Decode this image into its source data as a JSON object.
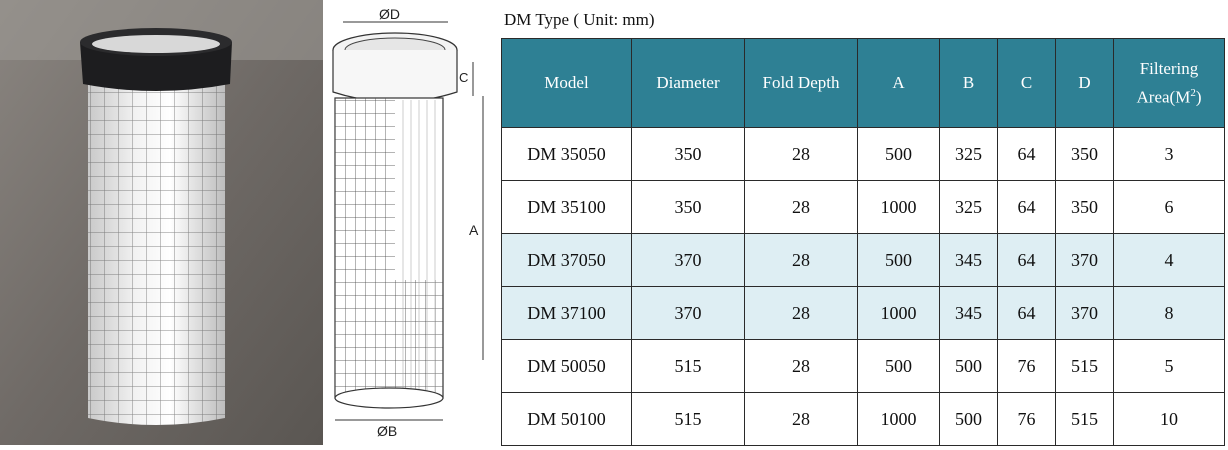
{
  "photo": {
    "alt": "Pleated filter cartridge with metal mesh"
  },
  "drawing": {
    "label_d": "ØD",
    "label_b": "ØB",
    "label_c": "C",
    "label_a": "A"
  },
  "spec": {
    "title": "DM Type  ( Unit: mm)",
    "headers": {
      "model": "Model",
      "diameter": "Diameter",
      "fold_depth": "Fold Depth",
      "a": "A",
      "b": "B",
      "c": "C",
      "d": "D",
      "area_line1": "Filtering",
      "area_line2": "Area(M",
      "area_sup": "2",
      "area_close": ")"
    },
    "rows": [
      {
        "model": "DM 35050",
        "diameter": "350",
        "fold": "28",
        "a": "500",
        "b": "325",
        "c": "64",
        "d": "350",
        "area": "3"
      },
      {
        "model": "DM 35100",
        "diameter": "350",
        "fold": "28",
        "a": "1000",
        "b": "325",
        "c": "64",
        "d": "350",
        "area": "6"
      },
      {
        "model": "DM 37050",
        "diameter": "370",
        "fold": "28",
        "a": "500",
        "b": "345",
        "c": "64",
        "d": "370",
        "area": "4"
      },
      {
        "model": "DM 37100",
        "diameter": "370",
        "fold": "28",
        "a": "1000",
        "b": "345",
        "c": "64",
        "d": "370",
        "area": "8"
      },
      {
        "model": "DM 50050",
        "diameter": "515",
        "fold": "28",
        "a": "500",
        "b": "500",
        "c": "76",
        "d": "515",
        "area": "5"
      },
      {
        "model": "DM 50100",
        "diameter": "515",
        "fold": "28",
        "a": "1000",
        "b": "500",
        "c": "76",
        "d": "515",
        "area": "10"
      }
    ]
  }
}
